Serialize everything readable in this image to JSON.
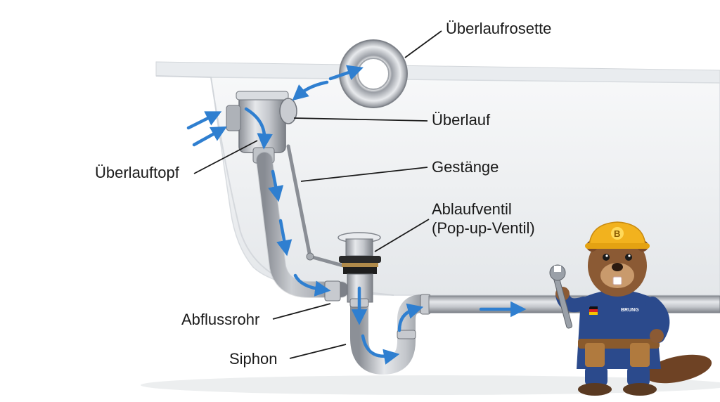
{
  "labels": {
    "ueberlaufrosette": "Überlaufrosette",
    "ueberlauf": "Überlauf",
    "ueberlauftopf": "Überlauftopf",
    "gestaenge": "Gestänge",
    "ablaufventil_line1": "Ablaufventil",
    "ablaufventil_line2": "(Pop-up-Ventil)",
    "abflussrohr": "Abflussrohr",
    "siphon": "Siphon"
  },
  "mascot": {
    "helmet_letter": "B",
    "badge_text": "BRUNG"
  },
  "colors": {
    "flow_arrow": "#2f7fd0",
    "pipe": "#b8bcc2",
    "tub_shell": "#eef0f2",
    "mascot_overall": "#2b4a8c",
    "mascot_fur": "#8b5a34",
    "helmet": "#f2b21e"
  }
}
